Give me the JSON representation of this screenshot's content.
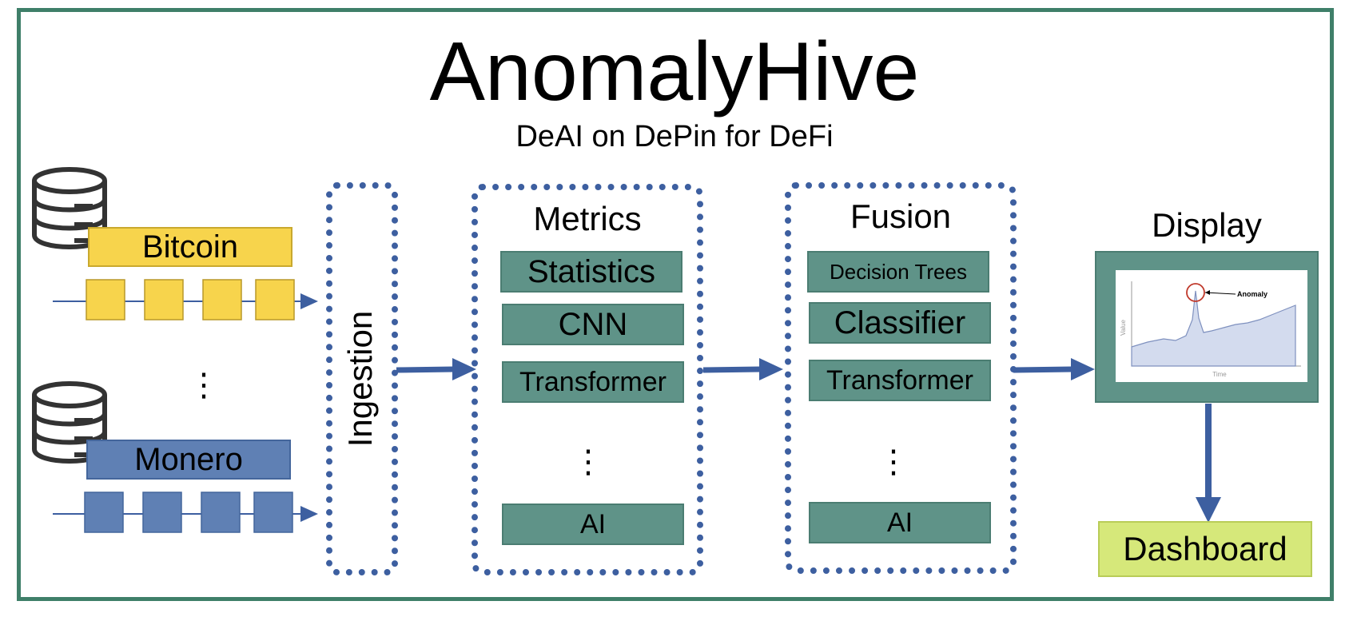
{
  "header": {
    "title": "AnomalyHive",
    "subtitle": "DeAI on DePin for DeFi"
  },
  "chains": [
    {
      "label": "Bitcoin",
      "color": "#f7d44c"
    },
    {
      "label": "Monero",
      "color": "#5f80b4"
    }
  ],
  "ellipsis": "⋮",
  "ingestion": {
    "label": "Ingestion"
  },
  "metrics": {
    "title": "Metrics",
    "items": [
      "Statistics",
      "CNN",
      "Transformer",
      "AI"
    ]
  },
  "fusion": {
    "title": "Fusion",
    "items": [
      "Decision Trees",
      "Classifier",
      "Transformer",
      "AI"
    ]
  },
  "display": {
    "title": "Display",
    "chart": {
      "annotation": "Anomaly",
      "xlabel": "Time",
      "ylabel": "Value"
    }
  },
  "dashboard": {
    "label": "Dashboard"
  },
  "colors": {
    "frame": "#3f7f69",
    "dotted": "#3d5fa0",
    "arrow": "#3d5fa0",
    "box": "#5f9388",
    "dashboard": "#d6e87a",
    "anomaly_circle": "#c0392b"
  }
}
